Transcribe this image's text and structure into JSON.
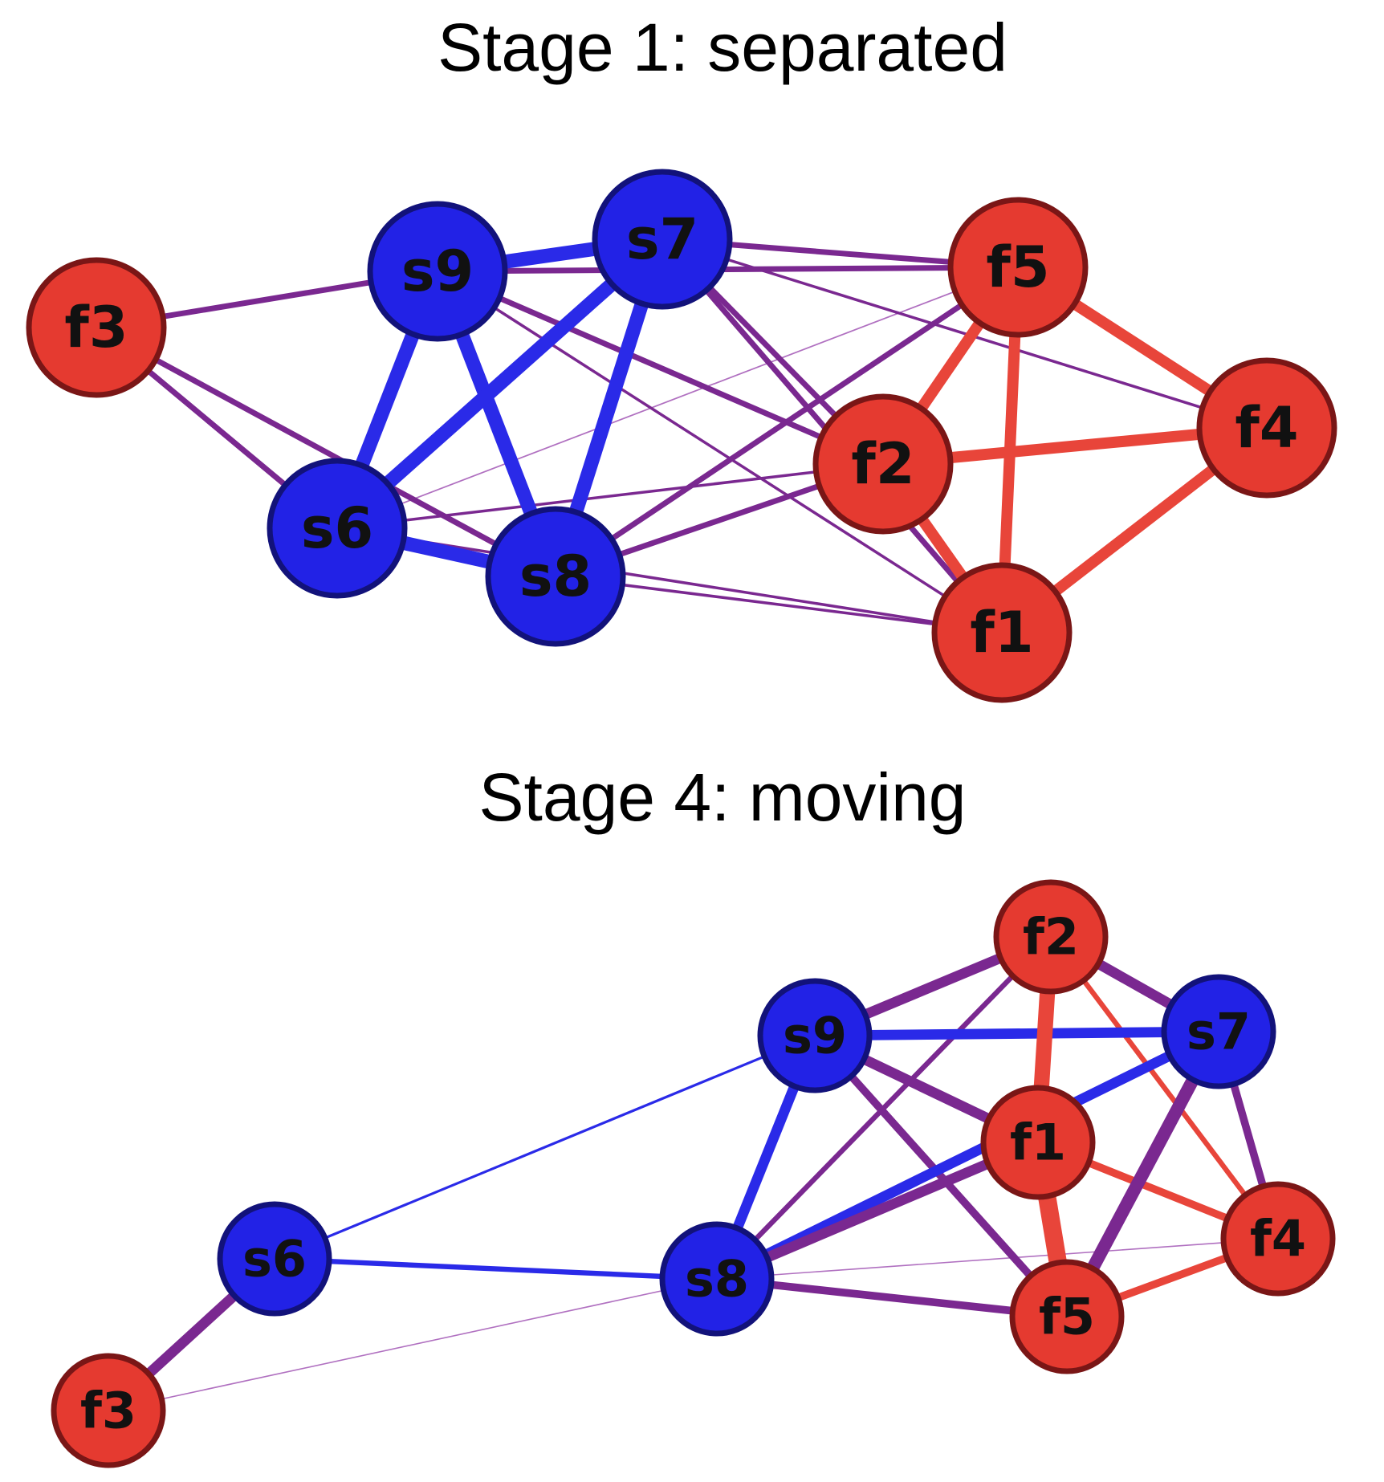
{
  "colors": {
    "s_fill": "#2222e6",
    "s_stroke": "#12127a",
    "f_fill": "#e53a30",
    "f_stroke": "#7a1616",
    "ss_edge": "#2a2ae8",
    "ff_edge": "#e8453a",
    "sf_edge": "#7a2890",
    "sf_edge_light": "#b070c0"
  },
  "panels": [
    {
      "id": "stage1",
      "title": "Stage 1: separated",
      "nodes": [
        {
          "id": "f3",
          "label": "f3",
          "group": "f"
        },
        {
          "id": "s9",
          "label": "s9",
          "group": "s"
        },
        {
          "id": "s7",
          "label": "s7",
          "group": "s"
        },
        {
          "id": "f5",
          "label": "f5",
          "group": "f"
        },
        {
          "id": "f4",
          "label": "f4",
          "group": "f"
        },
        {
          "id": "f2",
          "label": "f2",
          "group": "f"
        },
        {
          "id": "s6",
          "label": "s6",
          "group": "s"
        },
        {
          "id": "s8",
          "label": "s8",
          "group": "s"
        },
        {
          "id": "f1",
          "label": "f1",
          "group": "f"
        }
      ],
      "edges": [
        {
          "from": "s9",
          "to": "s7",
          "weight": 5
        },
        {
          "from": "s9",
          "to": "s6",
          "weight": 5
        },
        {
          "from": "s9",
          "to": "s8",
          "weight": 5
        },
        {
          "from": "s7",
          "to": "s6",
          "weight": 5
        },
        {
          "from": "s7",
          "to": "s8",
          "weight": 5
        },
        {
          "from": "s6",
          "to": "s8",
          "weight": 5
        },
        {
          "from": "f5",
          "to": "f2",
          "weight": 4
        },
        {
          "from": "f5",
          "to": "f1",
          "weight": 4
        },
        {
          "from": "f5",
          "to": "f4",
          "weight": 4
        },
        {
          "from": "f2",
          "to": "f4",
          "weight": 4
        },
        {
          "from": "f2",
          "to": "f1",
          "weight": 4
        },
        {
          "from": "f4",
          "to": "f1",
          "weight": 4
        },
        {
          "from": "f3",
          "to": "s9",
          "weight": 2
        },
        {
          "from": "f3",
          "to": "s6",
          "weight": 2
        },
        {
          "from": "f3",
          "to": "s8",
          "weight": 2
        },
        {
          "from": "s9",
          "to": "f5",
          "weight": 2
        },
        {
          "from": "s9",
          "to": "f2",
          "weight": 2
        },
        {
          "from": "s9",
          "to": "f1",
          "weight": 1
        },
        {
          "from": "s7",
          "to": "f5",
          "weight": 2
        },
        {
          "from": "s7",
          "to": "f2",
          "weight": 2
        },
        {
          "from": "s7",
          "to": "f1",
          "weight": 2
        },
        {
          "from": "s7",
          "to": "f4",
          "weight": 1
        },
        {
          "from": "s6",
          "to": "f5",
          "weight": 0.5
        },
        {
          "from": "s6",
          "to": "f2",
          "weight": 1
        },
        {
          "from": "s8",
          "to": "f5",
          "weight": 2
        },
        {
          "from": "s8",
          "to": "f2",
          "weight": 2
        },
        {
          "from": "s8",
          "to": "f1",
          "weight": 1
        },
        {
          "from": "s6",
          "to": "f1",
          "weight": 1
        }
      ]
    },
    {
      "id": "stage4",
      "title": "Stage 4: moving",
      "nodes": [
        {
          "id": "f2",
          "label": "f2",
          "group": "f"
        },
        {
          "id": "s9",
          "label": "s9",
          "group": "s"
        },
        {
          "id": "s7",
          "label": "s7",
          "group": "s"
        },
        {
          "id": "f1",
          "label": "f1",
          "group": "f"
        },
        {
          "id": "f4",
          "label": "f4",
          "group": "f"
        },
        {
          "id": "s6",
          "label": "s6",
          "group": "s"
        },
        {
          "id": "s8",
          "label": "s8",
          "group": "s"
        },
        {
          "id": "f5",
          "label": "f5",
          "group": "f"
        },
        {
          "id": "f3",
          "label": "f3",
          "group": "f"
        }
      ],
      "edges": [
        {
          "from": "s9",
          "to": "s7",
          "weight": 4
        },
        {
          "from": "s9",
          "to": "s8",
          "weight": 4
        },
        {
          "from": "s8",
          "to": "s7",
          "weight": 4
        },
        {
          "from": "s6",
          "to": "s8",
          "weight": 2
        },
        {
          "from": "s6",
          "to": "s9",
          "weight": 1
        },
        {
          "from": "f2",
          "to": "f1",
          "weight": 6
        },
        {
          "from": "f1",
          "to": "f5",
          "weight": 7
        },
        {
          "from": "f2",
          "to": "f4",
          "weight": 2
        },
        {
          "from": "f1",
          "to": "f4",
          "weight": 3
        },
        {
          "from": "f5",
          "to": "f4",
          "weight": 3
        },
        {
          "from": "s9",
          "to": "f2",
          "weight": 4
        },
        {
          "from": "s7",
          "to": "f2",
          "weight": 4
        },
        {
          "from": "s9",
          "to": "f1",
          "weight": 4
        },
        {
          "from": "s9",
          "to": "f5",
          "weight": 3
        },
        {
          "from": "s8",
          "to": "f2",
          "weight": 2
        },
        {
          "from": "s8",
          "to": "f1",
          "weight": 4
        },
        {
          "from": "s7",
          "to": "f5",
          "weight": 5
        },
        {
          "from": "s7",
          "to": "f4",
          "weight": 3
        },
        {
          "from": "s8",
          "to": "f5",
          "weight": 3
        },
        {
          "from": "s8",
          "to": "f4",
          "weight": 0.5
        },
        {
          "from": "s6",
          "to": "f3",
          "weight": 4
        },
        {
          "from": "f3",
          "to": "s8",
          "weight": 0.5
        }
      ]
    }
  ]
}
